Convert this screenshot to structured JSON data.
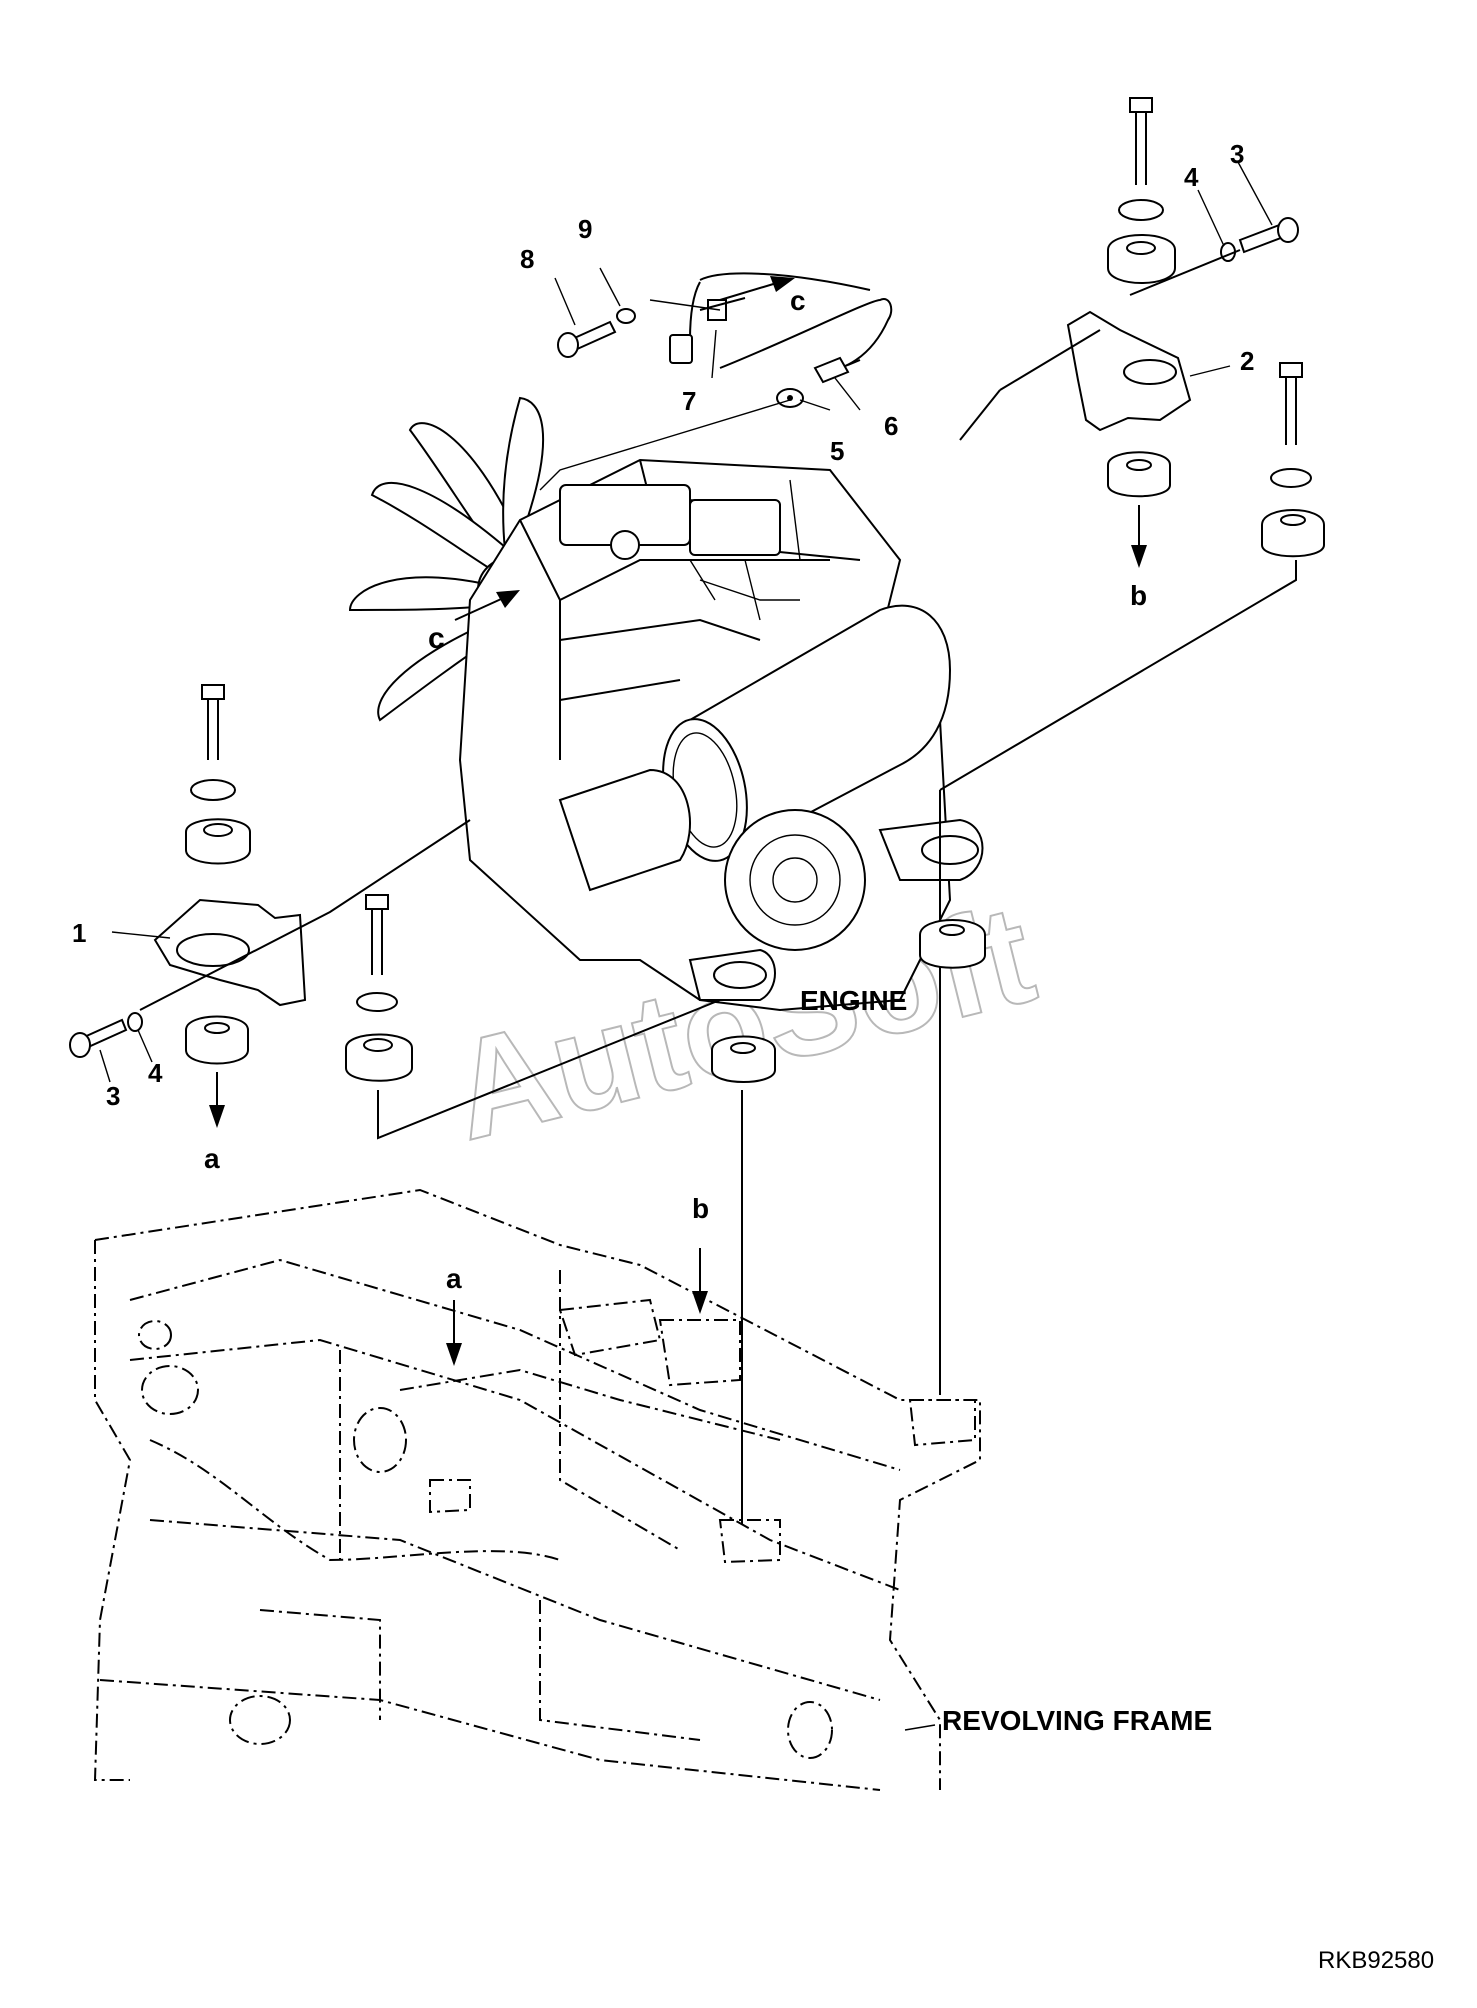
{
  "watermark": "AutoSoft",
  "drawing_code": "RKB92580",
  "assembly_labels": {
    "engine": "ENGINE",
    "frame": "REVOLVING FRAME"
  },
  "part_numbers": {
    "p1": "1",
    "p2": "2",
    "p3_right": "3",
    "p3_left": "3",
    "p4_right": "4",
    "p4_left": "4",
    "p5": "5",
    "p6": "6",
    "p7": "7",
    "p8": "8",
    "p9": "9"
  },
  "reference_letters": {
    "a_upper": "a",
    "a_lower": "a",
    "b_upper": "b",
    "b_lower": "b",
    "c_sensor": "c",
    "c_engine": "c"
  }
}
